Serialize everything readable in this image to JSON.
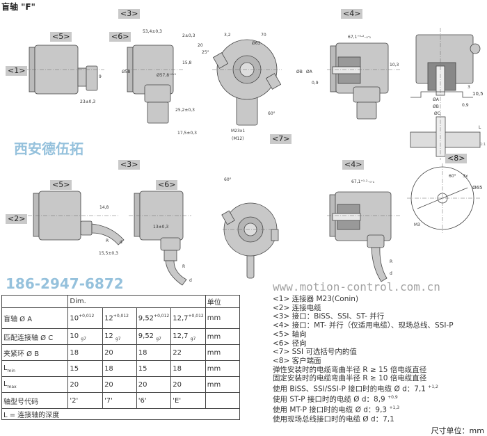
{
  "title": "盲轴 \"F\"",
  "tags": {
    "t1": "<1>",
    "t2": "<2>",
    "t3": "<3>",
    "t4": "<4>",
    "t5": "<5>",
    "t6": "<6>",
    "t7": "<7>",
    "t8": "<8>"
  },
  "dims": {
    "d53": "53,4±0,3",
    "d2": "2±0,3",
    "d58": "Ø58",
    "d57": "Ø57,8⁺⁰·⁵",
    "d15_8": "15,8",
    "d25_2": "25,2±0,3",
    "d17_5": "17,5±0,3",
    "d23": "23±0,3",
    "d9": "9",
    "d70": "70",
    "d63": "Ø63",
    "d3_2": "3,2",
    "d20": "20",
    "d25": "25°",
    "d60": "60°",
    "m23": "M23x1",
    "m12": "(M12)",
    "d67": "67,1⁺⁰·²₋₀·₁",
    "d10_3": "10,3",
    "dB": "ØB",
    "dA": "ØA",
    "d0_9": "0,9",
    "d3": "3",
    "d10_5": "10,5",
    "dC": "ØC",
    "L": "L",
    "d14_8": "14,8",
    "d15_5": "15,5±0,3",
    "d13": "13±0,3",
    "R": "R",
    "d": "d",
    "d65": "Ø65",
    "M3": "M3",
    "d3x": "3x"
  },
  "scale": "1:1",
  "table": {
    "header": [
      "",
      "Dim.",
      "单位"
    ],
    "rows": [
      {
        "label": "盲轴 Ø A",
        "cells": [
          [
            "10",
            "+0,012"
          ],
          [
            "12",
            "+0,012"
          ],
          [
            "9,52",
            "+0,012"
          ],
          [
            "12,7",
            "+0,012"
          ]
        ],
        "unit": "mm",
        "kind": "sup"
      },
      {
        "label": "匹配连接轴 Ø C",
        "cells": [
          [
            "10",
            "g7"
          ],
          [
            "12",
            "g7"
          ],
          [
            "9,52",
            "g7"
          ],
          [
            "12,7",
            "g7"
          ]
        ],
        "unit": "mm",
        "kind": "sub"
      },
      {
        "label": "夹紧环 Ø B",
        "cells": [
          [
            "18"
          ],
          [
            "20"
          ],
          [
            "18"
          ],
          [
            "22"
          ]
        ],
        "unit": "mm"
      },
      {
        "label": "L",
        "sub": "min",
        "cells": [
          [
            "15"
          ],
          [
            "18"
          ],
          [
            "15"
          ],
          [
            "18"
          ]
        ],
        "unit": "mm"
      },
      {
        "label": "L",
        "sub": "max",
        "cells": [
          [
            "20"
          ],
          [
            "20"
          ],
          [
            "20"
          ],
          [
            "20"
          ]
        ],
        "unit": "mm"
      },
      {
        "label": "轴型号代码",
        "cells": [
          [
            "'2'"
          ],
          [
            "'7'"
          ],
          [
            "'6'"
          ],
          [
            "'E'"
          ]
        ],
        "unit": ""
      }
    ],
    "footer": "L = 连接轴的深度"
  },
  "legend": [
    "<1> 连接器 M23(Conin)",
    "<2> 连接电缆",
    "<3> 接口：BiSS、SSI、ST- 并行",
    "<4> 接口：MT- 并行（仅适用电缆）、现场总线、SSI-P",
    "<5> 轴向",
    "<6> 径向",
    "<7> SSI 可选括号内的值",
    "<8> 客户端面",
    "弹性安装时的电缆弯曲半径 R ≥ 15 倍电缆直径",
    "固定安装时的电缆弯曲半径 R ≥ 10 倍电缆直径",
    "使用 BiSS、SSI/SSI-P 接口时的电缆 Ø d：7,1",
    "使用 ST-P 接口时的电缆 Ø d：8,9",
    "使用 MT-P 接口时的电缆 Ø d：9,3",
    "使用现场总线接口时的电缆 Ø d：7,1"
  ],
  "legend_sup": [
    "",
    "",
    "",
    "",
    "",
    "",
    "",
    "",
    "",
    "",
    "+1,2",
    "+0,9",
    "+1,3",
    ""
  ],
  "unit_note": "尺寸单位：mm",
  "watermark": {
    "company": "西安德伍拓",
    "phone": "186-2947-6872",
    "url": "www.motion-control.com.cn"
  },
  "colors": {
    "body": "#c8c8c8",
    "line": "#444444",
    "tag": "#c9c9c9",
    "watermark": "#3f8fc0"
  }
}
